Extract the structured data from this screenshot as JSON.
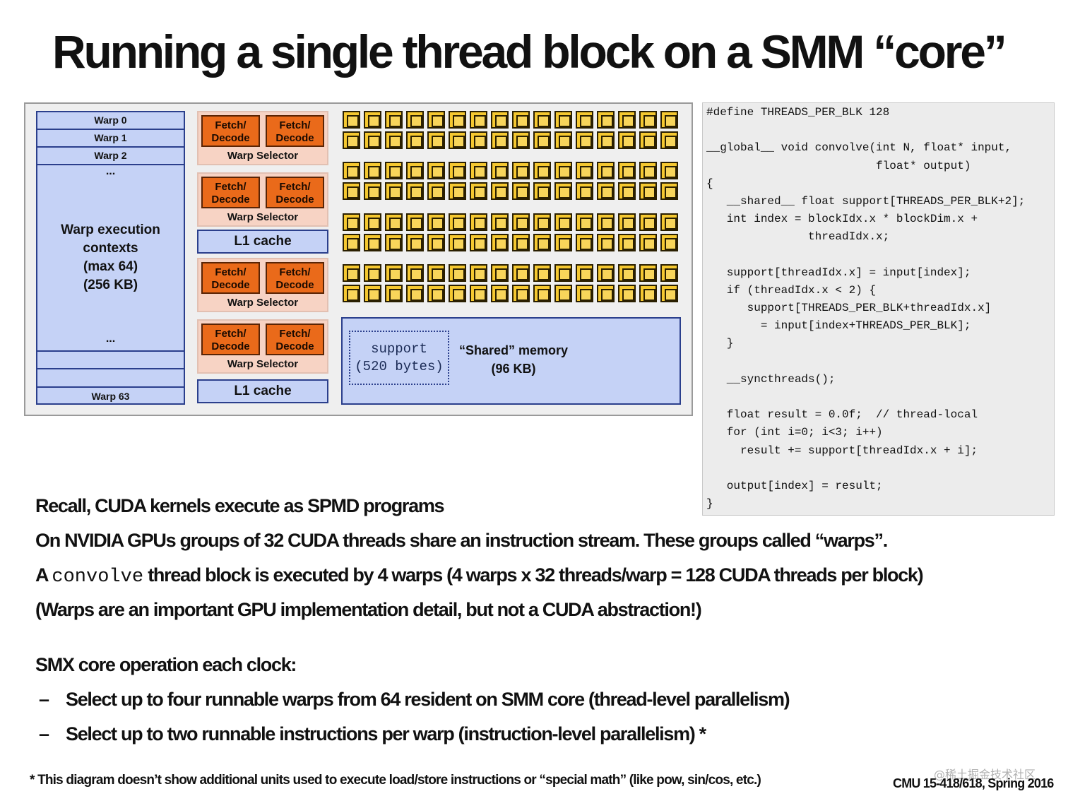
{
  "title": "Running a single thread block on a SMM “core”",
  "diagram": {
    "warps": {
      "rows": [
        "Warp 0",
        "Warp 1",
        "Warp 2"
      ],
      "ellipsis_top": "...",
      "context_lines": [
        "Warp execution",
        "contexts",
        "(max 64)",
        "(256 KB)"
      ],
      "ellipsis_bottom": "...",
      "last": "Warp 63"
    },
    "fetch_decode": {
      "line1": "Fetch/",
      "line2": "Decode"
    },
    "warp_selector": "Warp Selector",
    "l1_cache": "L1 cache",
    "support": {
      "line1": "support",
      "line2": "(520 bytes)"
    },
    "shared_memory": {
      "line1": "“Shared” memory",
      "line2": "(96 KB)"
    },
    "colors": {
      "warp_fill": "#c5d2f6",
      "fetch_decode_fill": "#ea6a1a",
      "alu_fill": "#f5c830",
      "selector_fill": "#f7d3c4"
    }
  },
  "code": [
    "#define THREADS_PER_BLK 128",
    "",
    "__global__ void convolve(int N, float* input,",
    "                         float* output)",
    "{",
    "   __shared__ float support[THREADS_PER_BLK+2];",
    "   int index = blockIdx.x * blockDim.x +",
    "               threadIdx.x;",
    "",
    "   support[threadIdx.x] = input[index];",
    "   if (threadIdx.x < 2) {",
    "      support[THREADS_PER_BLK+threadIdx.x]",
    "        = input[index+THREADS_PER_BLK];",
    "   }",
    "",
    "   __syncthreads();",
    "",
    "   float result = 0.0f;  // thread-local",
    "   for (int i=0; i<3; i++)",
    "     result += support[threadIdx.x + i];",
    "",
    "   output[index] = result;",
    "}"
  ],
  "text": {
    "p1": "Recall, CUDA kernels execute as SPMD programs",
    "p2": "On NVIDIA GPUs groups of 32 CUDA threads share an instruction stream.  These groups called “warps”.",
    "p3_a": "A ",
    "p3_code": "convolve",
    "p3_b": " thread block is executed by 4 warps (4 warps x 32 threads/warp = 128 CUDA threads per block)",
    "p4": "(Warps are an important GPU implementation detail, but not a CUDA abstraction!)",
    "p5": "SMX core operation each clock:",
    "bullet_dash": "–",
    "b1": "Select up to four runnable warps from 64 resident on SMM core (thread-level parallelism)",
    "b2": "Select up to two runnable instructions per warp (instruction-level parallelism) *",
    "footnote": "* This diagram doesn’t show additional units used to execute load/store instructions or “special math” (like pow, sin/cos, etc.)",
    "course": "CMU 15-418/618, Spring 2016",
    "watermark": "@稀土掘金技术社区"
  }
}
